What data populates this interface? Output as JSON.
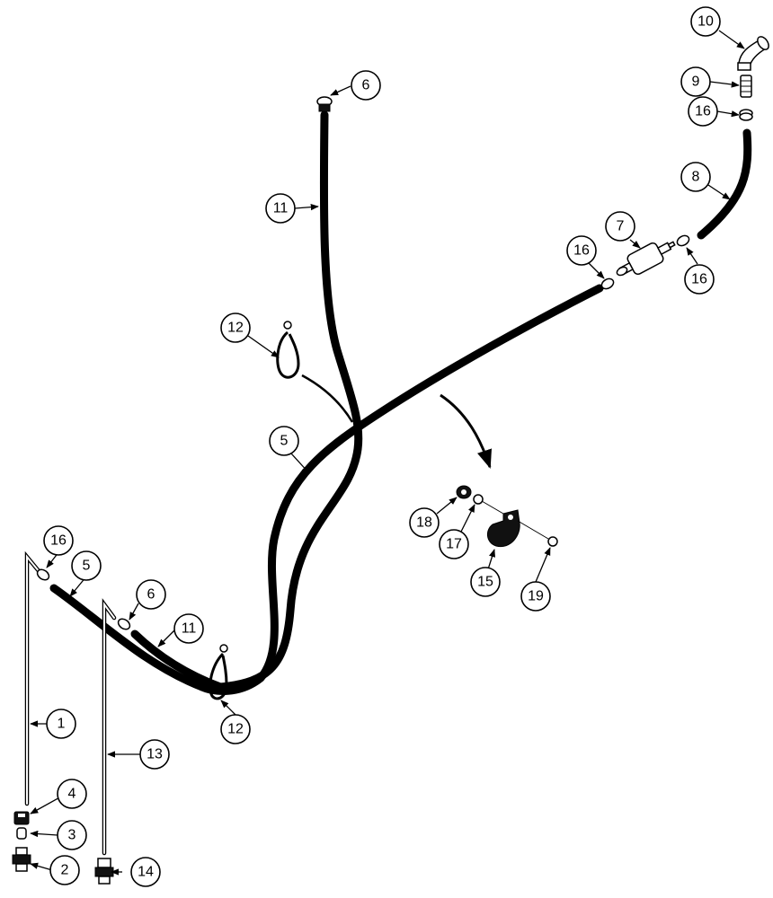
{
  "callouts": [
    {
      "id": "c1",
      "label": "1"
    },
    {
      "id": "c2",
      "label": "2"
    },
    {
      "id": "c3",
      "label": "3"
    },
    {
      "id": "c4",
      "label": "4"
    },
    {
      "id": "c5a",
      "label": "5"
    },
    {
      "id": "c5b",
      "label": "5"
    },
    {
      "id": "c6a",
      "label": "6"
    },
    {
      "id": "c6b",
      "label": "6"
    },
    {
      "id": "c7",
      "label": "7"
    },
    {
      "id": "c8",
      "label": "8"
    },
    {
      "id": "c9",
      "label": "9"
    },
    {
      "id": "c10",
      "label": "10"
    },
    {
      "id": "c11a",
      "label": "11"
    },
    {
      "id": "c11b",
      "label": "11"
    },
    {
      "id": "c12a",
      "label": "12"
    },
    {
      "id": "c12b",
      "label": "12"
    },
    {
      "id": "c13",
      "label": "13"
    },
    {
      "id": "c14",
      "label": "14"
    },
    {
      "id": "c15",
      "label": "15"
    },
    {
      "id": "c16a",
      "label": "16"
    },
    {
      "id": "c16b",
      "label": "16"
    },
    {
      "id": "c16c",
      "label": "16"
    },
    {
      "id": "c16d",
      "label": "16"
    },
    {
      "id": "c17",
      "label": "17"
    },
    {
      "id": "c18",
      "label": "18"
    },
    {
      "id": "c19",
      "label": "19"
    }
  ]
}
